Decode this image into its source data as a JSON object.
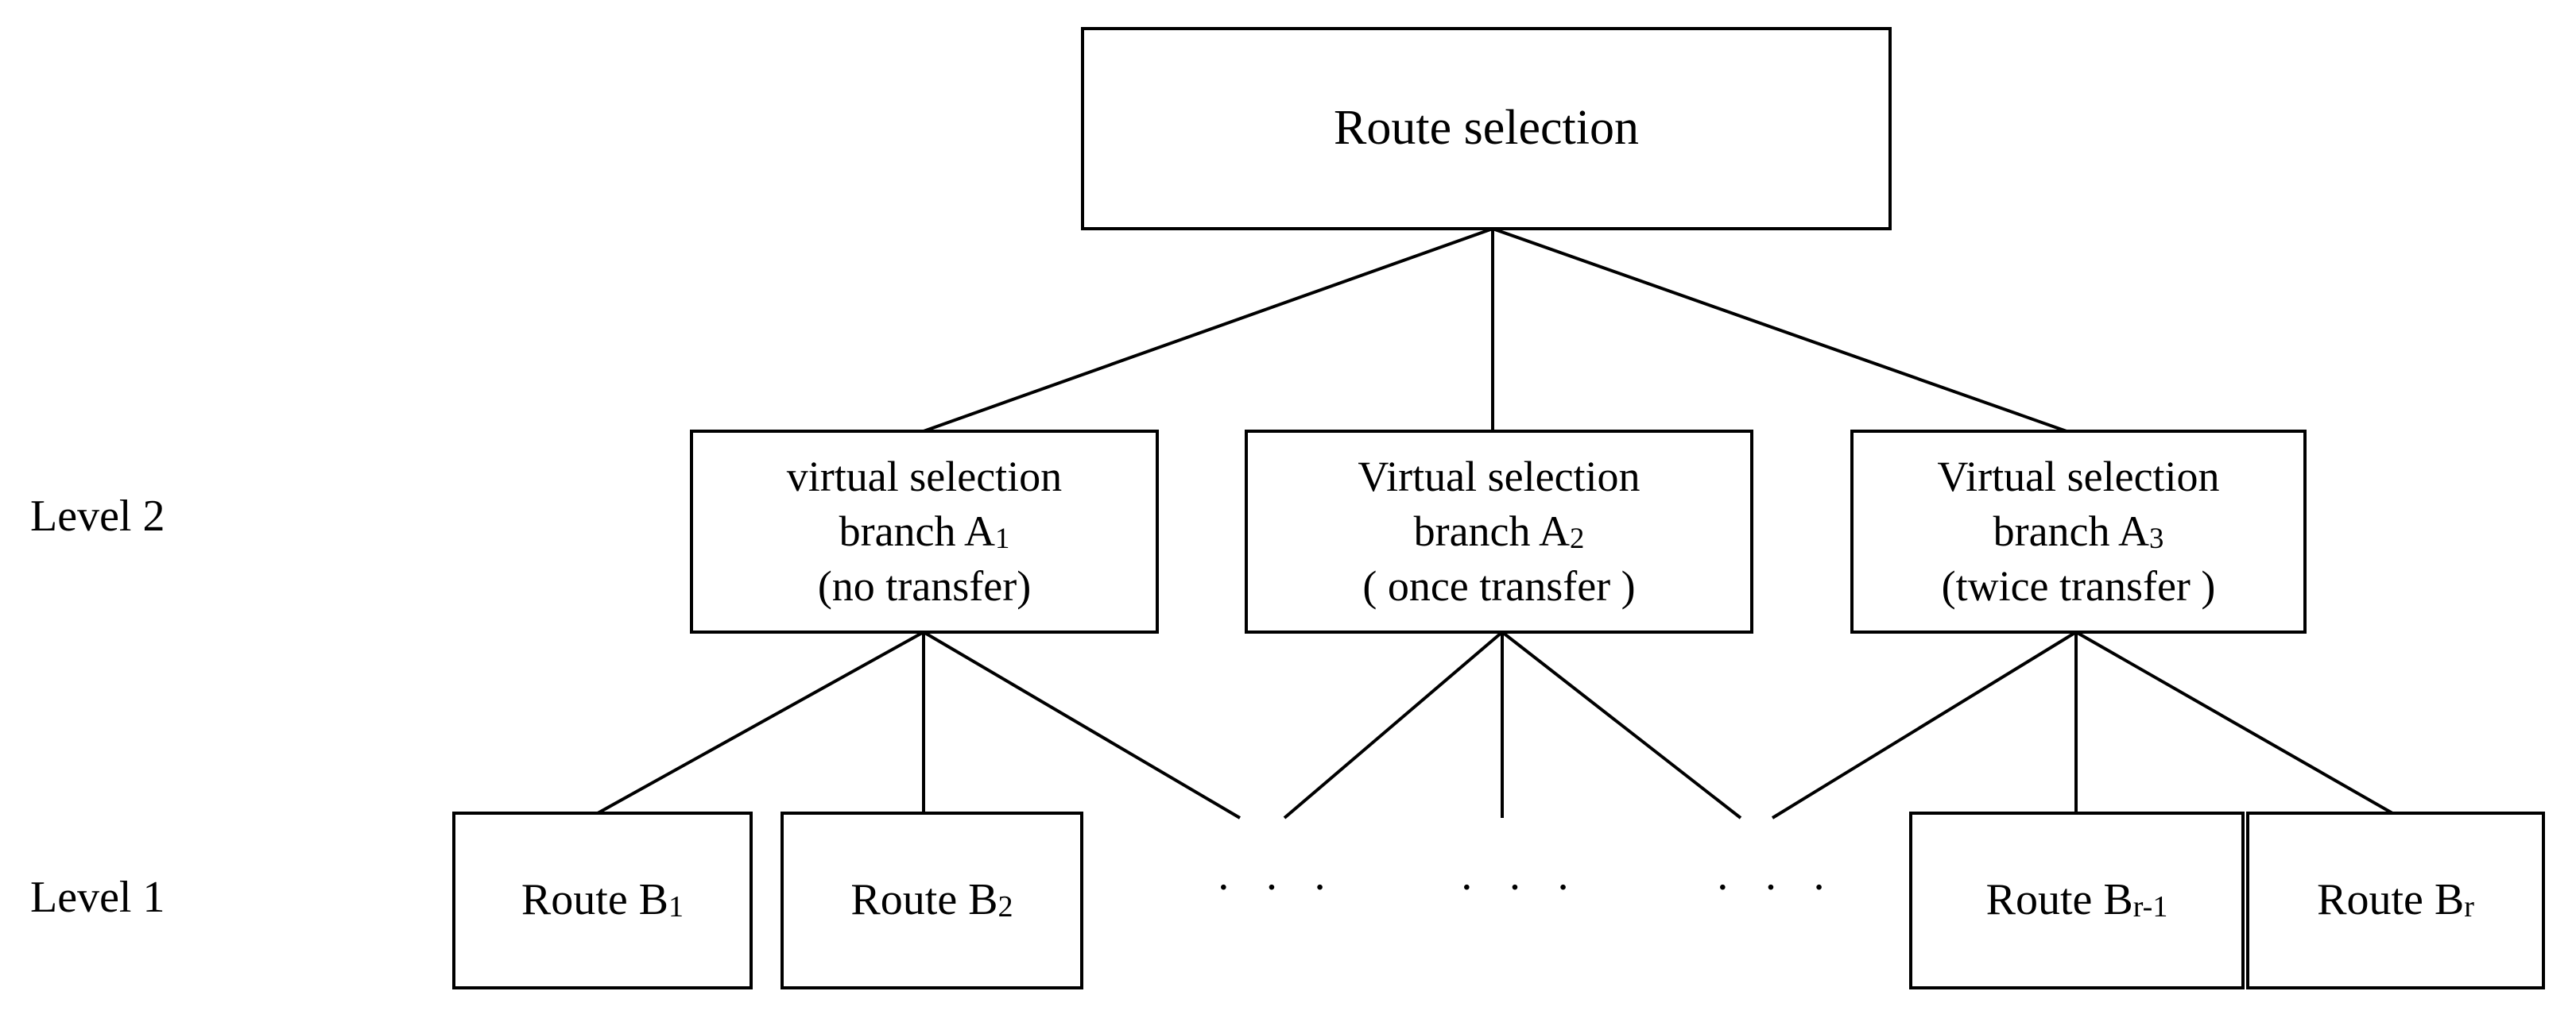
{
  "root": {
    "label": "Route selection"
  },
  "levels": {
    "level2": "Level 2",
    "level1": "Level 1"
  },
  "branches": [
    {
      "line1": "virtual selection",
      "line2_text": "branch A",
      "line2_sub": "1",
      "line3": "(no transfer)"
    },
    {
      "line1": "Virtual selection",
      "line2_text": "branch A",
      "line2_sub": "2",
      "line3": "( once transfer )"
    },
    {
      "line1": "Virtual selection",
      "line2_text": "branch A",
      "line2_sub": "3",
      "line3": "(twice transfer  )"
    }
  ],
  "routes": [
    {
      "text": "Route B",
      "sub": "1"
    },
    {
      "text": "Route B",
      "sub": "2"
    },
    {
      "text": "Route B",
      "sub": "r-1"
    },
    {
      "text": "Route B",
      "sub": "r"
    }
  ],
  "ellipsis": [
    "· · ·",
    "· · ·",
    "· · ·"
  ]
}
